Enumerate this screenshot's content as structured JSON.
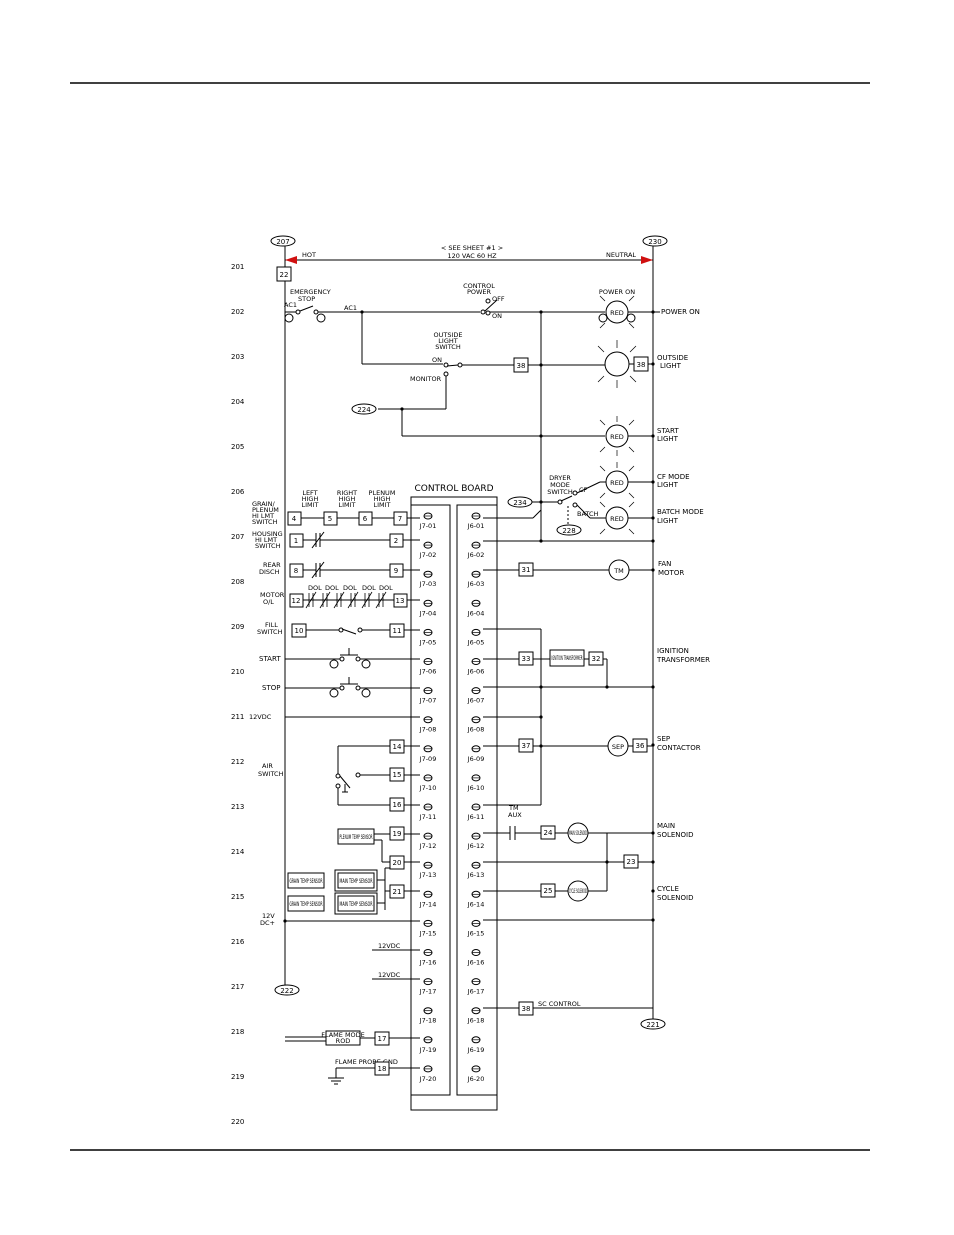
{
  "sheet_ref": "< SEE SHEET #1 >",
  "supply": "120 VAC 60 HZ",
  "hot_label": "HOT",
  "neutral_label": "NEUTRAL",
  "ac1": "AC1",
  "nodes": {
    "n207": "207",
    "n230": "230",
    "n224": "224",
    "n234": "234",
    "n228": "228",
    "n222": "222",
    "n221": "221"
  },
  "line_numbers": [
    "201",
    "202",
    "203",
    "204",
    "205",
    "206",
    "207",
    "208",
    "209",
    "210",
    "211",
    "212",
    "213",
    "214",
    "215",
    "216",
    "217",
    "218",
    "219",
    "220"
  ],
  "labels": {
    "emergency_stop": [
      "EMERGENCY",
      "STOP"
    ],
    "control_power": [
      "CONTROL",
      "POWER"
    ],
    "off": "OFF",
    "on": "ON",
    "outside_light_switch": [
      "OUTSIDE",
      "LIGHT",
      "SWITCH"
    ],
    "monitor": "MONITOR",
    "on2": "ON",
    "power_on_top": "POWER ON",
    "power_on": "POWER ON",
    "outside_light": [
      "OUTSIDE",
      "LIGHT"
    ],
    "start_light": [
      "START",
      "LIGHT"
    ],
    "cf_mode_light": [
      "CF MODE",
      "LIGHT"
    ],
    "batch_mode_light": [
      "BATCH MODE",
      "LIGHT"
    ],
    "dryer_mode_switch": [
      "DRYER",
      "MODE",
      "SWITCH"
    ],
    "cf": "CF",
    "batch": "BATCH",
    "control_board": "CONTROL BOARD",
    "left_high_limit": [
      "LEFT",
      "HIGH",
      "LIMIT"
    ],
    "right_high_limit": [
      "RIGHT",
      "HIGH",
      "LIMIT"
    ],
    "plenum_high_limit": [
      "PLENUM",
      "HIGH",
      "LIMIT"
    ],
    "grain_plenum": [
      "GRAIN/",
      "PLENUM",
      "HI LMT",
      "SWITCH"
    ],
    "housing": [
      "HOUSING",
      "HI LMT",
      "SWITCH"
    ],
    "rear_disch": [
      "REAR",
      "DISCH"
    ],
    "motor_ol": [
      "MOTOR",
      "O/L"
    ],
    "fill_switch": [
      "FILL",
      "SWITCH"
    ],
    "start": "START",
    "stop": "STOP",
    "v12vdc": "12VDC",
    "air_switch": [
      "AIR",
      "SWITCH"
    ],
    "v12_dc_plus": [
      "12V",
      "DC+"
    ],
    "v12vdc_a": "12VDC",
    "v12vdc_b": "12VDC",
    "fan_motor": [
      "FAN",
      "MOTOR"
    ],
    "ignition_transformer": [
      "IGNITION",
      "TRANSFORMER"
    ],
    "sep_contactor": [
      "SEP",
      "CONTACTOR"
    ],
    "main_solenoid": [
      "MAIN",
      "SOLENOID"
    ],
    "cycle_solenoid": [
      "CYCLE",
      "SOLENOID"
    ],
    "ign_transformer_box": "IGNITION TRANSFORMER",
    "flame_mode_rod": [
      "FLAME MODE",
      "ROD"
    ],
    "flame_probe_gnd": "FLAME PROBE GND",
    "tm_aux": [
      "TM",
      "AUX"
    ],
    "sc_control": "SC CONTROL",
    "red": "RED",
    "tm": "TM",
    "sep": "SEP",
    "main_sol": "MAIN SOLENOID",
    "cycle_sol": "CYCLE SOLENOID",
    "plenum_temp_sensor": "PLENUM TEMP SENSOR",
    "grain_temp_sensor": "GRAIN TEMP SENSOR",
    "grain_temp_sensor_b": "GRAIN TEMP SENSOR",
    "main_temp_sensor": "MAIN TEMP SENSOR",
    "main_temp_sensor_b": "MAIN TEMP SENSOR",
    "dol": "DOL"
  },
  "wire_ids": {
    "w22a": "22",
    "w5": "5",
    "w6": "6",
    "w7": "7",
    "w4": "4",
    "w1": "1",
    "w2": "2",
    "w8": "8",
    "w9": "9",
    "w12": "12",
    "w13": "13",
    "w10": "10",
    "w11": "11",
    "w38a": "38",
    "w38b": "38",
    "w31": "31",
    "w33": "33",
    "w32": "32",
    "w37": "37",
    "w36": "36",
    "w14": "14",
    "w15": "15",
    "w16": "16",
    "w19": "19",
    "w20": "20",
    "w21": "21",
    "w24": "24",
    "w25": "25",
    "w23": "23",
    "w38c": "38",
    "w17": "17",
    "w18": "18"
  },
  "terminals_j7": [
    "J7-01",
    "J7-02",
    "J7-03",
    "J7-04",
    "J7-05",
    "J7-06",
    "J7-07",
    "J7-08",
    "J7-09",
    "J7-10",
    "J7-11",
    "J7-12",
    "J7-13",
    "J7-14",
    "J7-15",
    "J7-16",
    "J7-17",
    "J7-18",
    "J7-19",
    "J7-20"
  ],
  "terminals_j6": [
    "J6-01",
    "J6-02",
    "J6-03",
    "J6-04",
    "J6-05",
    "J6-06",
    "J6-07",
    "J6-08",
    "J6-09",
    "J6-10",
    "J6-11",
    "J6-12",
    "J6-13",
    "J6-14",
    "J6-15",
    "J6-16",
    "J6-17",
    "J6-18",
    "J6-19",
    "J6-20"
  ]
}
